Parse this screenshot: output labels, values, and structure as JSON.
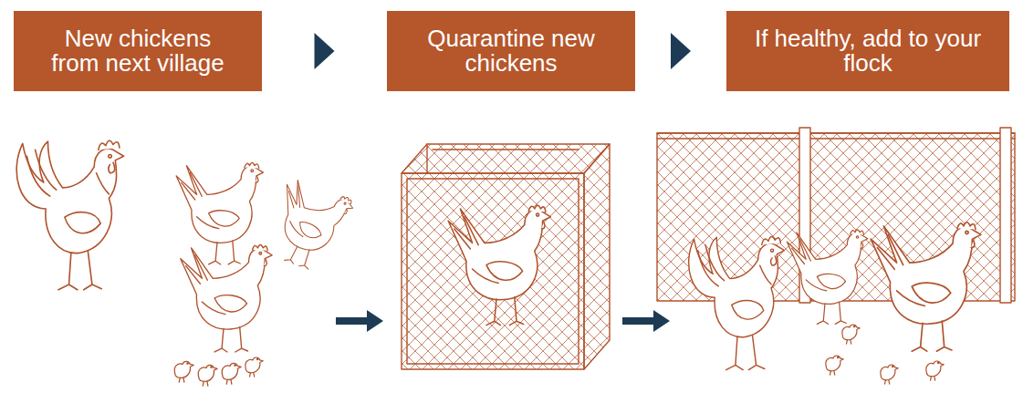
{
  "diagram": {
    "nodes": [
      {
        "text": [
          "New chickens from next village"
        ]
      },
      {
        "text": [
          "Quarantine new chickens"
        ]
      },
      {
        "text": [
          "If healthy, add to your flock"
        ]
      }
    ],
    "edges": [
      {
        "from": 0,
        "to": 1,
        "arrow": "to"
      },
      {
        "from": 1,
        "to": 2,
        "arrow": "to"
      }
    ]
  }
}
